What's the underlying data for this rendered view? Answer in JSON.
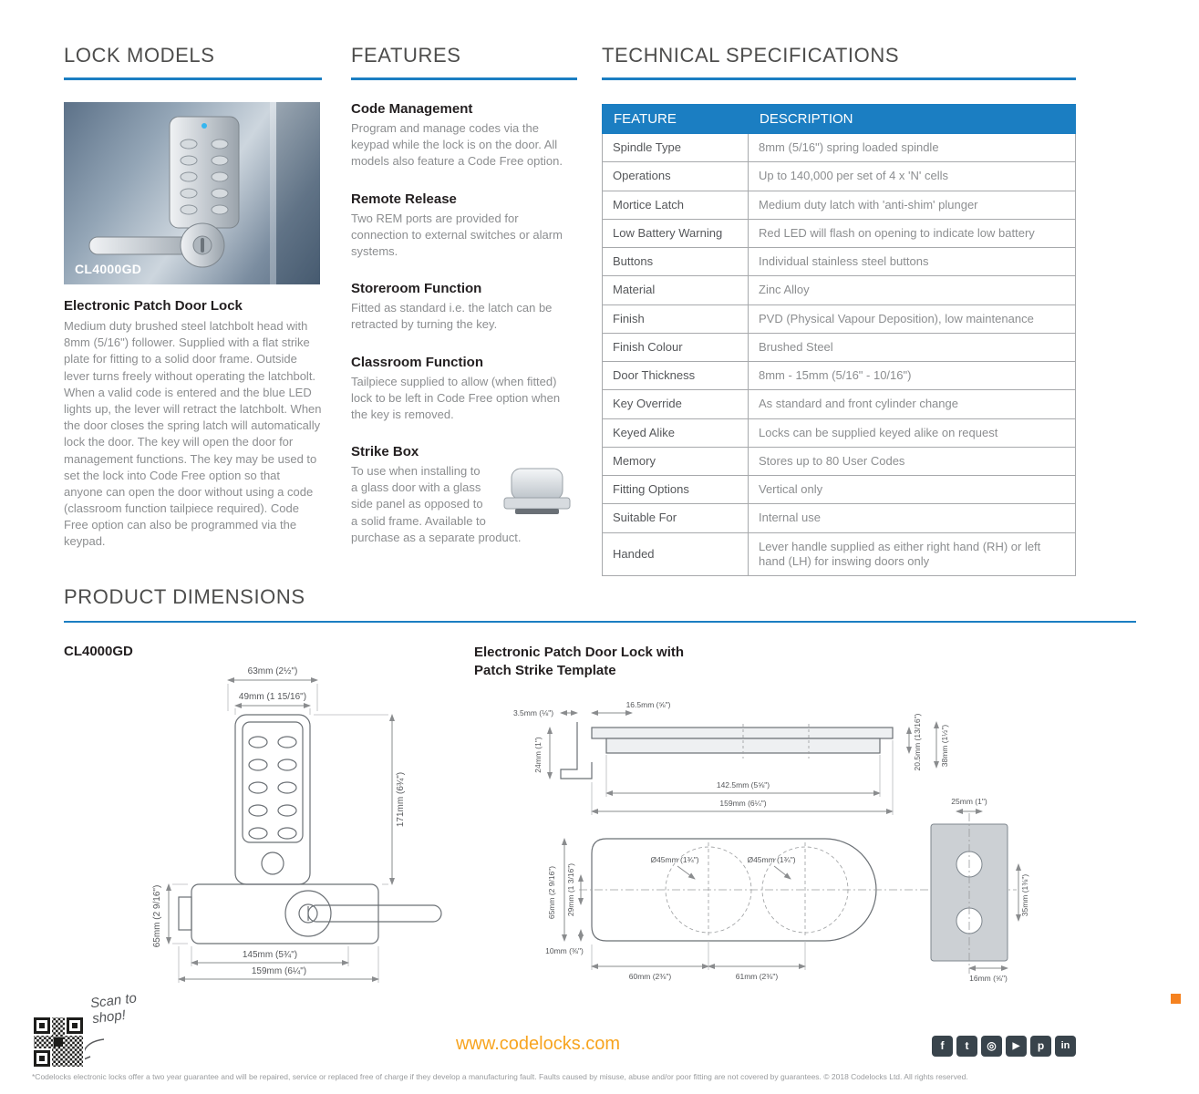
{
  "colors": {
    "accent": "#1b7ec2",
    "orange": "#f7a41f",
    "heading": "#4d4d4c",
    "body": "#8c8e90"
  },
  "lock_models": {
    "title": "LOCK MODELS",
    "image_label": "CL4000GD",
    "product_title": "Electronic Patch Door Lock",
    "description": "Medium duty brushed steel latchbolt head with 8mm (5/16\") follower. Supplied with a flat strike plate for fitting to a solid door frame. Outside lever turns freely without operating the latchbolt. When a valid code is entered and the blue LED lights up, the lever will retract the latchbolt. When the door closes the spring latch will automatically lock the door. The key will open the door for management functions. The key may be used to set the lock into Code Free option so that anyone can open the door without using a code (classroom function tailpiece required). Code Free option can also be programmed via the keypad."
  },
  "features": {
    "title": "FEATURES",
    "items": [
      {
        "heading": "Code Management",
        "text": "Program and manage codes via the keypad while the lock is on the door. All models also feature a Code Free option."
      },
      {
        "heading": "Remote Release",
        "text": "Two REM ports are provided for connection to external switches or alarm systems."
      },
      {
        "heading": "Storeroom Function",
        "text": "Fitted as standard i.e. the latch can be retracted by turning the key."
      },
      {
        "heading": "Classroom Function",
        "text": "Tailpiece supplied to allow (when fitted) lock to be left in Code Free option when the key is removed."
      },
      {
        "heading": "Strike Box",
        "text": "To use when installing to a glass door with a glass side panel as opposed to a solid frame. Available to purchase as a separate product."
      }
    ]
  },
  "tech_specs": {
    "title": "TECHNICAL SPECIFICATIONS",
    "header": {
      "feature": "FEATURE",
      "description": "DESCRIPTION"
    },
    "rows": [
      {
        "feature": "Spindle Type",
        "description": "8mm (5/16\") spring loaded spindle"
      },
      {
        "feature": "Operations",
        "description": "Up to 140,000 per set of 4 x 'N' cells"
      },
      {
        "feature": "Mortice Latch",
        "description": "Medium duty latch with 'anti-shim' plunger"
      },
      {
        "feature": "Low Battery Warning",
        "description": "Red LED will flash on opening to indicate low battery"
      },
      {
        "feature": "Buttons",
        "description": "Individual stainless steel buttons"
      },
      {
        "feature": "Material",
        "description": "Zinc Alloy"
      },
      {
        "feature": "Finish",
        "description": "PVD (Physical Vapour Deposition), low maintenance"
      },
      {
        "feature": "Finish Colour",
        "description": "Brushed Steel"
      },
      {
        "feature": "Door Thickness",
        "description": "8mm - 15mm (5/16\" - 10/16\")"
      },
      {
        "feature": "Key Override",
        "description": "As standard and front cylinder change"
      },
      {
        "feature": "Keyed Alike",
        "description": "Locks can be supplied keyed alike on request"
      },
      {
        "feature": "Memory",
        "description": "Stores up to 80 User Codes"
      },
      {
        "feature": "Fitting Options",
        "description": "Vertical only"
      },
      {
        "feature": "Suitable For",
        "description": "Internal use"
      },
      {
        "feature": "Handed",
        "description": "Lever handle supplied as either right hand (RH) or left hand (LH) for inswing doors only"
      }
    ]
  },
  "product_dimensions": {
    "title": "PRODUCT DIMENSIONS",
    "left": {
      "label": "CL4000GD",
      "dims": {
        "top_outer": "63mm (2½\")",
        "top_inner": "49mm (1 15/16\")",
        "height": "171mm (6¾\")",
        "body_height": "65mm (2 9/16\")",
        "bottom_inner": "145mm (5¾\")",
        "bottom_outer": "159mm (6¼\")"
      }
    },
    "right": {
      "label_line1": "Electronic Patch Door Lock with",
      "label_line2": "Patch Strike Template",
      "dims": {
        "profile_gap": "3.5mm (⅛\")",
        "profile_offset": "16.5mm (⅝\")",
        "profile_left": "24mm (1\")",
        "profile_right_inner": "20.5mm (13/16\")",
        "profile_right_outer": "38mm (1½\")",
        "profile_width_inner": "142.5mm (5⅝\")",
        "profile_width_outer": "159mm (6¼\")",
        "hole_left": "Ø45mm (1¾\")",
        "hole_right": "Ø45mm (1¾\")",
        "plate_height": "65mm (2 9/16\")",
        "plate_mid": "29mm (1 3/16\")",
        "plate_small": "10mm (⅜\")",
        "bottom_left": "60mm (2⅜\")",
        "bottom_right": "61mm (2⅜\")",
        "strike_top": "25mm (1\")",
        "strike_height": "35mm (1⅜\")",
        "strike_bottom": "16mm (⅝\")"
      }
    }
  },
  "footer": {
    "scan_text": "Scan to shop!",
    "website": "www.codelocks.com",
    "social": [
      {
        "name": "facebook",
        "glyph": "f"
      },
      {
        "name": "twitter",
        "glyph": "t"
      },
      {
        "name": "instagram",
        "glyph": "◎"
      },
      {
        "name": "youtube",
        "glyph": "▶"
      },
      {
        "name": "pinterest",
        "glyph": "p"
      },
      {
        "name": "linkedin",
        "glyph": "in"
      }
    ],
    "fine_print": "*Codelocks electronic locks offer a two year guarantee and will be repaired, service or replaced free of charge if they develop a manufacturing fault. Faults caused by misuse, abuse and/or poor fitting are not covered by guarantees. © 2018 Codelocks Ltd. All rights reserved."
  }
}
